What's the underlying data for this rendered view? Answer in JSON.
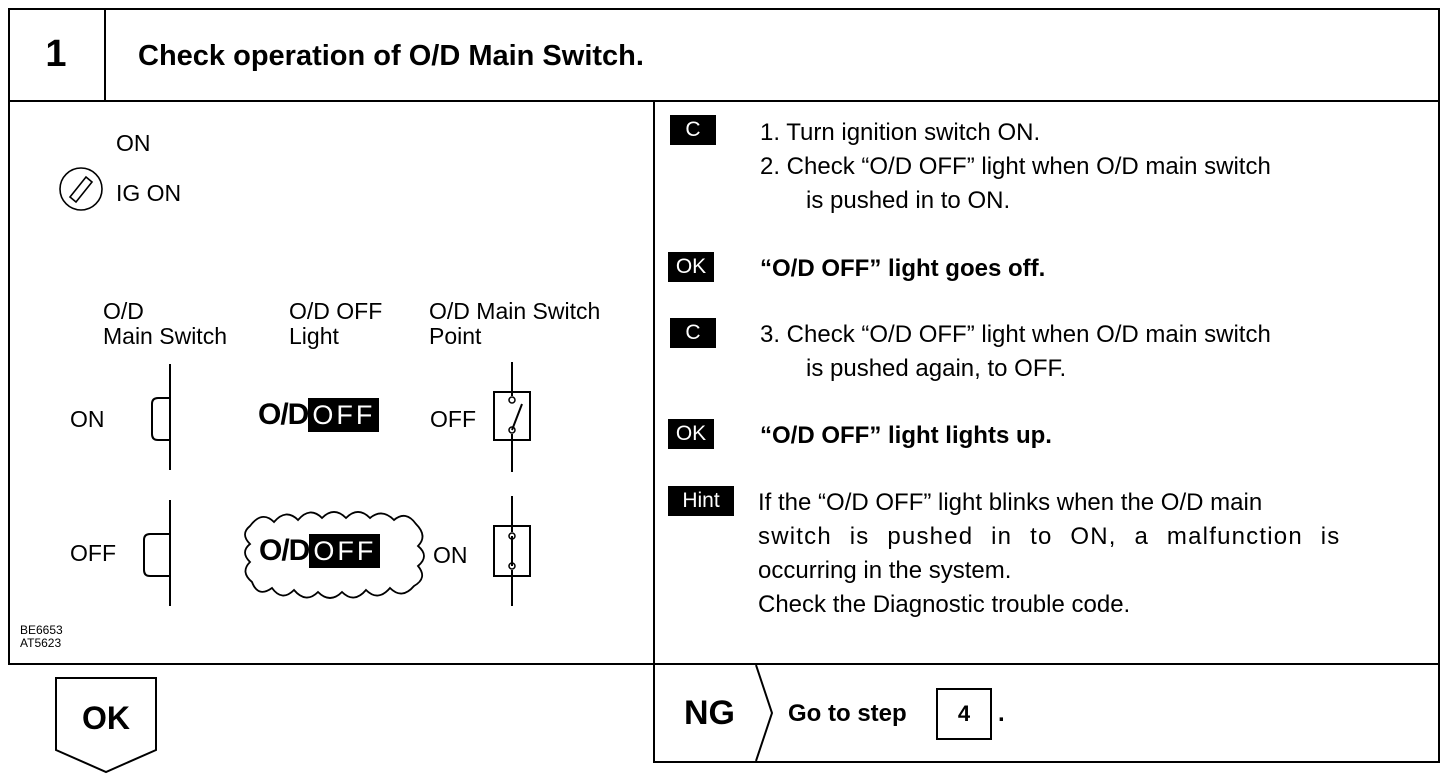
{
  "header": {
    "step_number": "1",
    "title": "Check operation of O/D Main Switch."
  },
  "figure": {
    "ignition": {
      "on_label": "ON",
      "ig_on_label": "IG ON"
    },
    "columns": {
      "main_switch": [
        "O/D",
        "Main Switch"
      ],
      "off_light": [
        "O/D OFF",
        "Light"
      ],
      "switch_point": [
        "O/D Main Switch",
        "Point"
      ]
    },
    "row_on": {
      "switch_state": "ON",
      "lamp_od": "O/D",
      "lamp_off": "OFF",
      "point_state": "OFF"
    },
    "row_off": {
      "switch_state": "OFF",
      "lamp_od": "O/D",
      "lamp_off": "OFF",
      "point_state": "ON"
    },
    "codes": [
      "BE6653",
      "AT5623"
    ]
  },
  "instructions": {
    "tag_c": "C",
    "tag_ok": "OK",
    "tag_hint": "Hint",
    "step1": "1.  Turn ignition switch ON.",
    "step2_line1": "2.  Check “O/D OFF” light when O/D main switch",
    "step2_line2": "is pushed in to ON.",
    "ok1": "“O/D OFF” light goes off.",
    "step3_line1": "3.  Check “O/D OFF” light when O/D main switch",
    "step3_line2": "is pushed again, to OFF.",
    "ok2": "“O/D OFF” light lights up.",
    "hint_line1": "If the “O/D OFF” light blinks when the O/D main",
    "hint_line2": "switch is pushed in to ON, a malfunction is",
    "hint_line3": "occurring in the system.",
    "hint_line4": "Check the Diagnostic trouble code."
  },
  "footer": {
    "ok_label": "OK",
    "ng_label": "NG",
    "go_to_text": "Go to step",
    "step_ref": "4",
    "period": "."
  }
}
